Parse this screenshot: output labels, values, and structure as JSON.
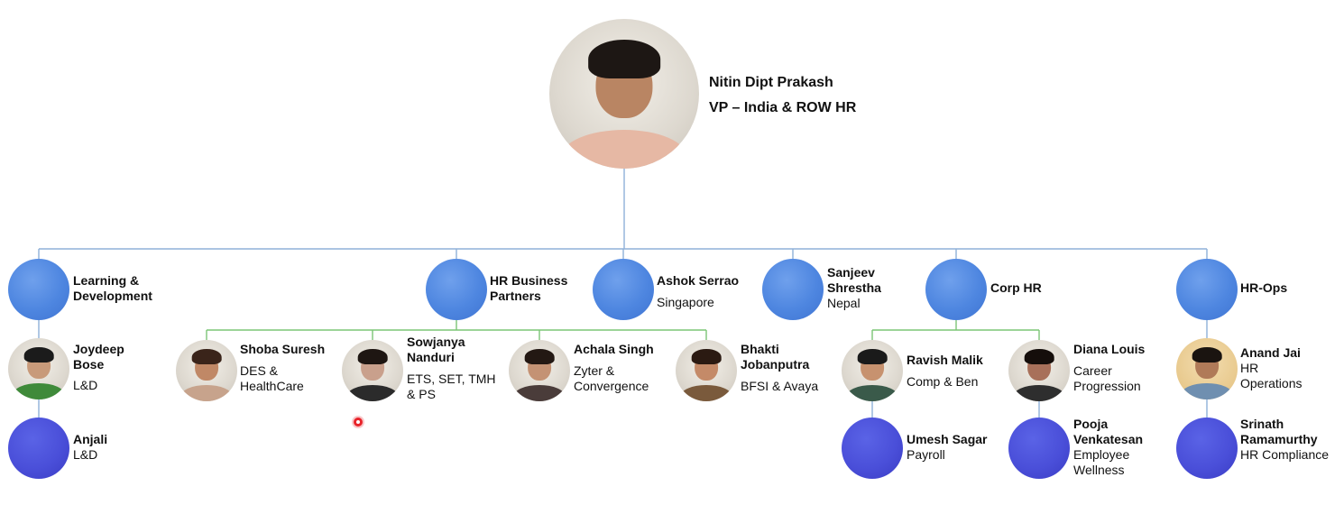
{
  "head": {
    "name": "Nitin Dipt Prakash",
    "role": "VP – India & ROW HR"
  },
  "departments": [
    {
      "name": "Learning & Development",
      "sub": ""
    },
    {
      "name": "HR Business Partners",
      "sub": ""
    },
    {
      "name": "Ashok Serrao",
      "sub": "Singapore"
    },
    {
      "name": "Sanjeev Shrestha",
      "sub": "Nepal"
    },
    {
      "name": "Corp HR",
      "sub": ""
    },
    {
      "name": "HR-Ops",
      "sub": ""
    }
  ],
  "people": {
    "joydeep": {
      "name": "Joydeep Bose",
      "role": "L&D"
    },
    "anjali": {
      "name": "Anjali",
      "role": "L&D"
    },
    "shoba": {
      "name": "Shoba Suresh",
      "role": "DES & HealthCare"
    },
    "sowjanya": {
      "name": "Sowjanya Nanduri",
      "role": "ETS, SET, TMH & PS"
    },
    "achala": {
      "name": "Achala Singh",
      "role": "Zyter & Convergence"
    },
    "bhakti": {
      "name": "Bhakti Jobanputra",
      "role": "BFSI & Avaya"
    },
    "ravish": {
      "name": "Ravish Malik",
      "role": "Comp & Ben"
    },
    "diana": {
      "name": "Diana Louis",
      "role": "Career Progression"
    },
    "umesh": {
      "name": "Umesh Sagar",
      "role": "Payroll"
    },
    "pooja": {
      "name": "Pooja Venkatesan",
      "role": "Employee Wellness"
    },
    "anand": {
      "name": "Anand Jai",
      "role": "HR Operations"
    },
    "srinath": {
      "name": "Srinath Ramamurthy",
      "role": "HR Compliance"
    }
  },
  "colors": {
    "connector_blue": "#8fb0d8",
    "connector_green": "#7cc576",
    "dept_node": "#4e86e0",
    "leaf_node": "#4a4fd9"
  }
}
